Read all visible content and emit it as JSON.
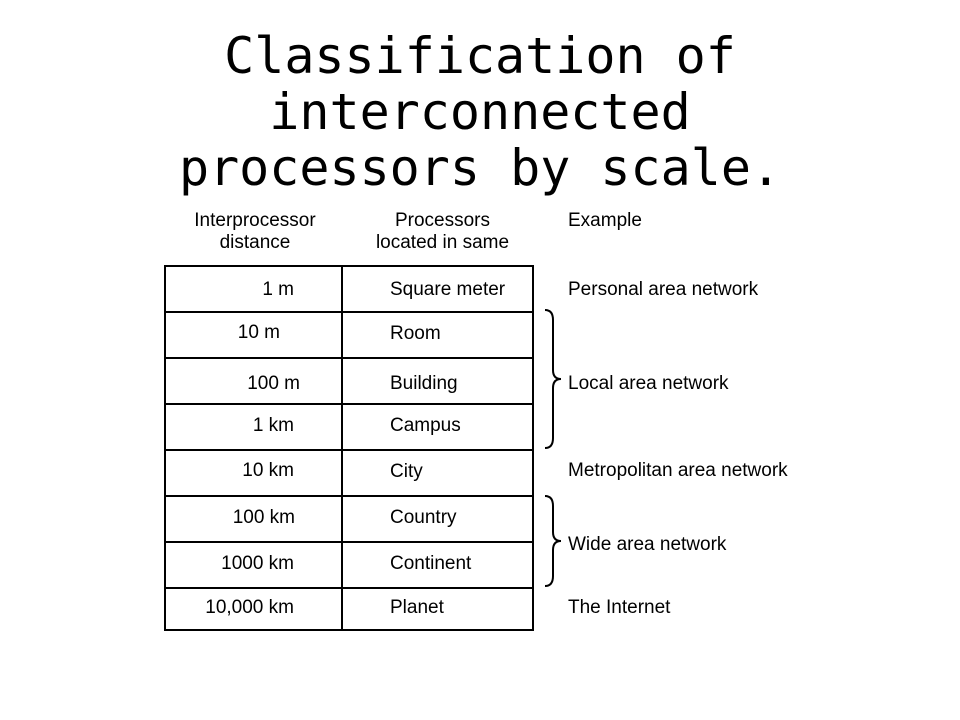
{
  "title": {
    "line1": "Classification of interconnected",
    "line2": "processors by scale."
  },
  "headers": {
    "distance": [
      "Interprocessor",
      "distance"
    ],
    "processors": [
      "Processors",
      "located in same"
    ],
    "example": "Example"
  },
  "rows": [
    {
      "distance": "1 m",
      "location": "Square meter"
    },
    {
      "distance": "10 m",
      "location": "Room"
    },
    {
      "distance": "100 m",
      "location": "Building"
    },
    {
      "distance": "1 km",
      "location": "Campus"
    },
    {
      "distance": "10 km",
      "location": "City"
    },
    {
      "distance": "100 km",
      "location": "Country"
    },
    {
      "distance": "1000 km",
      "location": "Continent"
    },
    {
      "distance": "10,000 km",
      "location": "Planet"
    }
  ],
  "examples": [
    "Personal area network",
    "Local area network",
    "Metropolitan area network",
    "Wide area network",
    "The Internet"
  ]
}
